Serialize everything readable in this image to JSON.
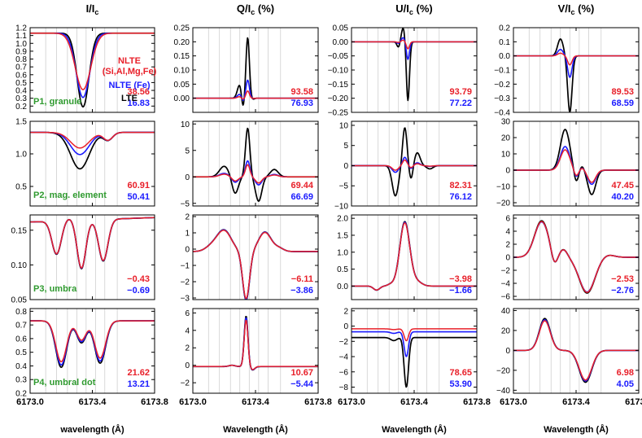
{
  "figure": {
    "columns": [
      {
        "key": "I",
        "title_main": "I/I",
        "title_sub": "c",
        "title_unit": ""
      },
      {
        "key": "Q",
        "title_main": "Q/I",
        "title_sub": "c",
        "title_unit": " (%)"
      },
      {
        "key": "U",
        "title_main": "U/I",
        "title_sub": "c",
        "title_unit": " (%)"
      },
      {
        "key": "V",
        "title_main": "V/I",
        "title_sub": "c",
        "title_unit": " (%)"
      }
    ],
    "xlabels": [
      "wavelength (Å)",
      "Wavelength (Å)",
      "Wavelength (Å)",
      "Wavelength (Å)"
    ],
    "xticks": [
      6173.0,
      6173.4,
      6173.8
    ],
    "xtick_labels": [
      "6173.0",
      "6173.4",
      "6173.8"
    ],
    "legend": {
      "nlte_full_line1": "NLTE",
      "nlte_full_line2": "(Si,Al,Mg,Fe)",
      "nlte_fe": "NLTE (Fe)",
      "lte": "LTE"
    },
    "colors": {
      "lte": "#000000",
      "nlte_fe": "#1a1aff",
      "nlte_full": "#e8202a",
      "label_green": "#2f9a2f",
      "grid": "#c8c8c8"
    }
  },
  "chart_data": [
    {
      "type": "line",
      "panel": "P1-I",
      "row_label": "P1, granule",
      "ylim": [
        0.12,
        1.2
      ],
      "yticks": [
        0.2,
        0.3,
        0.4,
        0.5,
        0.6,
        0.7,
        0.8,
        0.9,
        1.0,
        1.1,
        1.2
      ],
      "ytick_labels": [
        "0.2",
        "0.3",
        "0.4",
        "0.5",
        "0.6",
        "0.7",
        "0.8",
        "0.9",
        "1.0",
        "1.1",
        "1.2"
      ],
      "values": [
        "38.56",
        "16.83"
      ],
      "series_params": {
        "lte": {
          "shape": "absorb",
          "c": 1.13,
          "d": 0.94,
          "w": 0.038,
          "x0": 6173.34
        },
        "nlte_fe": {
          "shape": "absorb",
          "c": 1.13,
          "d": 0.82,
          "w": 0.044,
          "x0": 6173.34
        },
        "nlte_full": {
          "shape": "absorb",
          "c": 1.13,
          "d": 0.72,
          "w": 0.05,
          "x0": 6173.34
        }
      }
    },
    {
      "type": "line",
      "panel": "P1-Q",
      "ylim": [
        -0.05,
        0.25
      ],
      "yticks": [
        0.0,
        0.05,
        0.1,
        0.15,
        0.2,
        0.25
      ],
      "ytick_labels": [
        "0.00",
        "0.05",
        "0.10",
        "0.15",
        "0.20",
        "0.25"
      ],
      "values": [
        "93.58",
        "76.93"
      ],
      "series_params": {
        "lte": {
          "shape": "q1",
          "amp": 1.0
        },
        "nlte_fe": {
          "shape": "q1",
          "amp": 0.3
        },
        "nlte_full": {
          "shape": "q1",
          "amp": 0.12
        }
      }
    },
    {
      "type": "line",
      "panel": "P1-U",
      "ylim": [
        -0.25,
        0.05
      ],
      "yticks": [
        -0.25,
        -0.2,
        -0.15,
        -0.1,
        -0.05,
        0.0,
        0.05
      ],
      "ytick_labels": [
        "−0.25",
        "−0.20",
        "−0.15",
        "−0.10",
        "−0.05",
        "0.00",
        "0.05"
      ],
      "values": [
        "93.79",
        "77.22"
      ],
      "series_params": {
        "lte": {
          "shape": "u1",
          "amp": 1.0
        },
        "nlte_fe": {
          "shape": "u1",
          "amp": 0.3
        },
        "nlte_full": {
          "shape": "u1",
          "amp": 0.12
        }
      }
    },
    {
      "type": "line",
      "panel": "P1-V",
      "ylim": [
        -0.4,
        0.2
      ],
      "yticks": [
        -0.4,
        -0.3,
        -0.2,
        -0.1,
        0.0,
        0.1,
        0.2
      ],
      "ytick_labels": [
        "−0.4",
        "−0.3",
        "−0.2",
        "−0.1",
        "0.0",
        "0.1",
        "0.2"
      ],
      "values": [
        "89.53",
        "68.59"
      ],
      "series_params": {
        "lte": {
          "shape": "v1",
          "amp": 1.0
        },
        "nlte_fe": {
          "shape": "v1",
          "amp": 0.38
        },
        "nlte_full": {
          "shape": "v1",
          "amp": 0.16
        }
      }
    },
    {
      "type": "line",
      "panel": "P2-I",
      "row_label": "P2, mag. element",
      "ylim": [
        0.2,
        1.5
      ],
      "yticks": [
        0.5,
        1.0,
        1.5
      ],
      "ytick_labels": [
        "0.5",
        "1.0",
        "1.5"
      ],
      "values": [
        "60.91",
        "50.41"
      ],
      "series_params": {
        "lte": {
          "shape": "i2",
          "c": 1.33,
          "d": 0.56
        },
        "nlte_fe": {
          "shape": "i2",
          "c": 1.33,
          "d": 0.34
        },
        "nlte_full": {
          "shape": "i2",
          "c": 1.33,
          "d": 0.24
        }
      }
    },
    {
      "type": "line",
      "panel": "P2-Q",
      "ylim": [
        -5.5,
        10.5
      ],
      "yticks": [
        -5,
        0,
        5,
        10
      ],
      "ytick_labels": [
        "−5",
        "0",
        "5",
        "10"
      ],
      "values": [
        "69.44",
        "66.69"
      ],
      "series_params": {
        "lte": {
          "shape": "q2",
          "amp": 1.0
        },
        "nlte_fe": {
          "shape": "q2",
          "amp": 0.33
        },
        "nlte_full": {
          "shape": "q2",
          "amp": 0.25
        }
      }
    },
    {
      "type": "line",
      "panel": "P2-U",
      "ylim": [
        -10,
        11
      ],
      "yticks": [
        -10,
        -5,
        0,
        5,
        10
      ],
      "ytick_labels": [
        "−10",
        "−5",
        "0",
        "5",
        "10"
      ],
      "values": [
        "82.31",
        "76.12"
      ],
      "series_params": {
        "lte": {
          "shape": "u2",
          "amp": 1.0
        },
        "nlte_fe": {
          "shape": "u2",
          "amp": 0.22
        },
        "nlte_full": {
          "shape": "u2",
          "amp": 0.15
        }
      }
    },
    {
      "type": "line",
      "panel": "P2-V",
      "ylim": [
        -22,
        30
      ],
      "yticks": [
        -20,
        -10,
        0,
        10,
        20,
        30
      ],
      "ytick_labels": [
        "−20",
        "−10",
        "0",
        "10",
        "20",
        "30"
      ],
      "values": [
        "47.45",
        "40.20"
      ],
      "series_params": {
        "lte": {
          "shape": "v2",
          "amp": 1.0
        },
        "nlte_fe": {
          "shape": "v2",
          "amp": 0.58
        },
        "nlte_full": {
          "shape": "v2",
          "amp": 0.5
        }
      }
    },
    {
      "type": "line",
      "panel": "P3-I",
      "row_label": "P3, umbra",
      "ylim": [
        0.05,
        0.172
      ],
      "yticks": [
        0.05,
        0.1,
        0.15
      ],
      "ytick_labels": [
        "0.05",
        "0.10",
        "0.15"
      ],
      "values": [
        "−0.43",
        "−0.69"
      ],
      "series_params": {
        "lte": {
          "shape": "i3",
          "k": 1.0
        },
        "nlte_fe": {
          "shape": "i3",
          "k": 0.99
        },
        "nlte_full": {
          "shape": "i3",
          "k": 0.985
        }
      }
    },
    {
      "type": "line",
      "panel": "P3-Q",
      "ylim": [
        -3.1,
        2.1
      ],
      "yticks": [
        -3,
        -2,
        -1,
        0,
        1,
        2
      ],
      "ytick_labels": [
        "−3",
        "−2",
        "−1",
        "0",
        "1",
        "2"
      ],
      "values": [
        "−6.11",
        "−3.86"
      ],
      "series_params": {
        "lte": {
          "shape": "q3",
          "amp": 1.0
        },
        "nlte_fe": {
          "shape": "q3",
          "amp": 0.99
        },
        "nlte_full": {
          "shape": "q3",
          "amp": 0.97
        }
      }
    },
    {
      "type": "line",
      "panel": "P3-U",
      "ylim": [
        -0.4,
        2.1
      ],
      "yticks": [
        0.0,
        0.5,
        1.0,
        1.5,
        2.0
      ],
      "ytick_labels": [
        "0.0",
        "0.5",
        "1.0",
        "1.5",
        "2.0"
      ],
      "values": [
        "−3.98",
        "−1.66"
      ],
      "series_params": {
        "lte": {
          "shape": "u3",
          "amp": 1.0
        },
        "nlte_fe": {
          "shape": "u3",
          "amp": 0.99
        },
        "nlte_full": {
          "shape": "u3",
          "amp": 0.98
        }
      }
    },
    {
      "type": "line",
      "panel": "P3-V",
      "ylim": [
        -6.5,
        6.5
      ],
      "yticks": [
        -6,
        -4,
        -2,
        0,
        2,
        4,
        6
      ],
      "ytick_labels": [
        "−6",
        "−4",
        "−2",
        "0",
        "2",
        "4",
        "6"
      ],
      "values": [
        "−2.53",
        "−2.76"
      ],
      "series_params": {
        "lte": {
          "shape": "v3",
          "amp": 1.0
        },
        "nlte_fe": {
          "shape": "v3",
          "amp": 0.97
        },
        "nlte_full": {
          "shape": "v3",
          "amp": 0.98
        }
      }
    },
    {
      "type": "line",
      "panel": "P4-I",
      "row_label": "P4, umbral dot",
      "ylim": [
        0.2,
        0.82
      ],
      "yticks": [
        0.2,
        0.3,
        0.4,
        0.5,
        0.6,
        0.7,
        0.8
      ],
      "ytick_labels": [
        "0.2",
        "0.3",
        "0.4",
        "0.5",
        "0.6",
        "0.7",
        "0.8"
      ],
      "values": [
        "21.62",
        "13.21"
      ],
      "series_params": {
        "lte": {
          "shape": "i4",
          "k": 1.0
        },
        "nlte_fe": {
          "shape": "i4",
          "k": 0.95
        },
        "nlte_full": {
          "shape": "i4",
          "k": 0.88
        }
      }
    },
    {
      "type": "line",
      "panel": "P4-Q",
      "ylim": [
        -3.2,
        6.5
      ],
      "yticks": [
        -2,
        0,
        2,
        4,
        6
      ],
      "ytick_labels": [
        "−2",
        "0",
        "2",
        "4",
        "6"
      ],
      "values": [
        "10.67",
        "−5.44"
      ],
      "series_params": {
        "lte": {
          "shape": "q4",
          "amp": 1.0
        },
        "nlte_fe": {
          "shape": "q4",
          "amp": 0.97
        },
        "nlte_full": {
          "shape": "q4",
          "amp": 0.92
        }
      }
    },
    {
      "type": "line",
      "panel": "P4-U",
      "ylim": [
        -8.8,
        2.3
      ],
      "yticks": [
        -8,
        -6,
        -4,
        -2,
        0,
        2
      ],
      "ytick_labels": [
        "−8",
        "−6",
        "−4",
        "−2",
        "0",
        "2"
      ],
      "values": [
        "78.65",
        "53.90"
      ],
      "series_params": {
        "lte": {
          "shape": "u4",
          "amp": 1.0
        },
        "nlte_fe": {
          "shape": "u4",
          "amp": 0.5
        },
        "nlte_full": {
          "shape": "u4",
          "amp": 0.24
        }
      }
    },
    {
      "type": "line",
      "panel": "P4-V",
      "ylim": [
        -43,
        42
      ],
      "yticks": [
        -40,
        -20,
        0,
        20,
        40
      ],
      "ytick_labels": [
        "−40",
        "−20",
        "0",
        "20",
        "40"
      ],
      "values": [
        "6.98",
        "4.05"
      ],
      "series_params": {
        "lte": {
          "shape": "v4",
          "amp": 1.0
        },
        "nlte_fe": {
          "shape": "v4",
          "amp": 0.96
        },
        "nlte_full": {
          "shape": "v4",
          "amp": 0.93
        }
      }
    }
  ]
}
